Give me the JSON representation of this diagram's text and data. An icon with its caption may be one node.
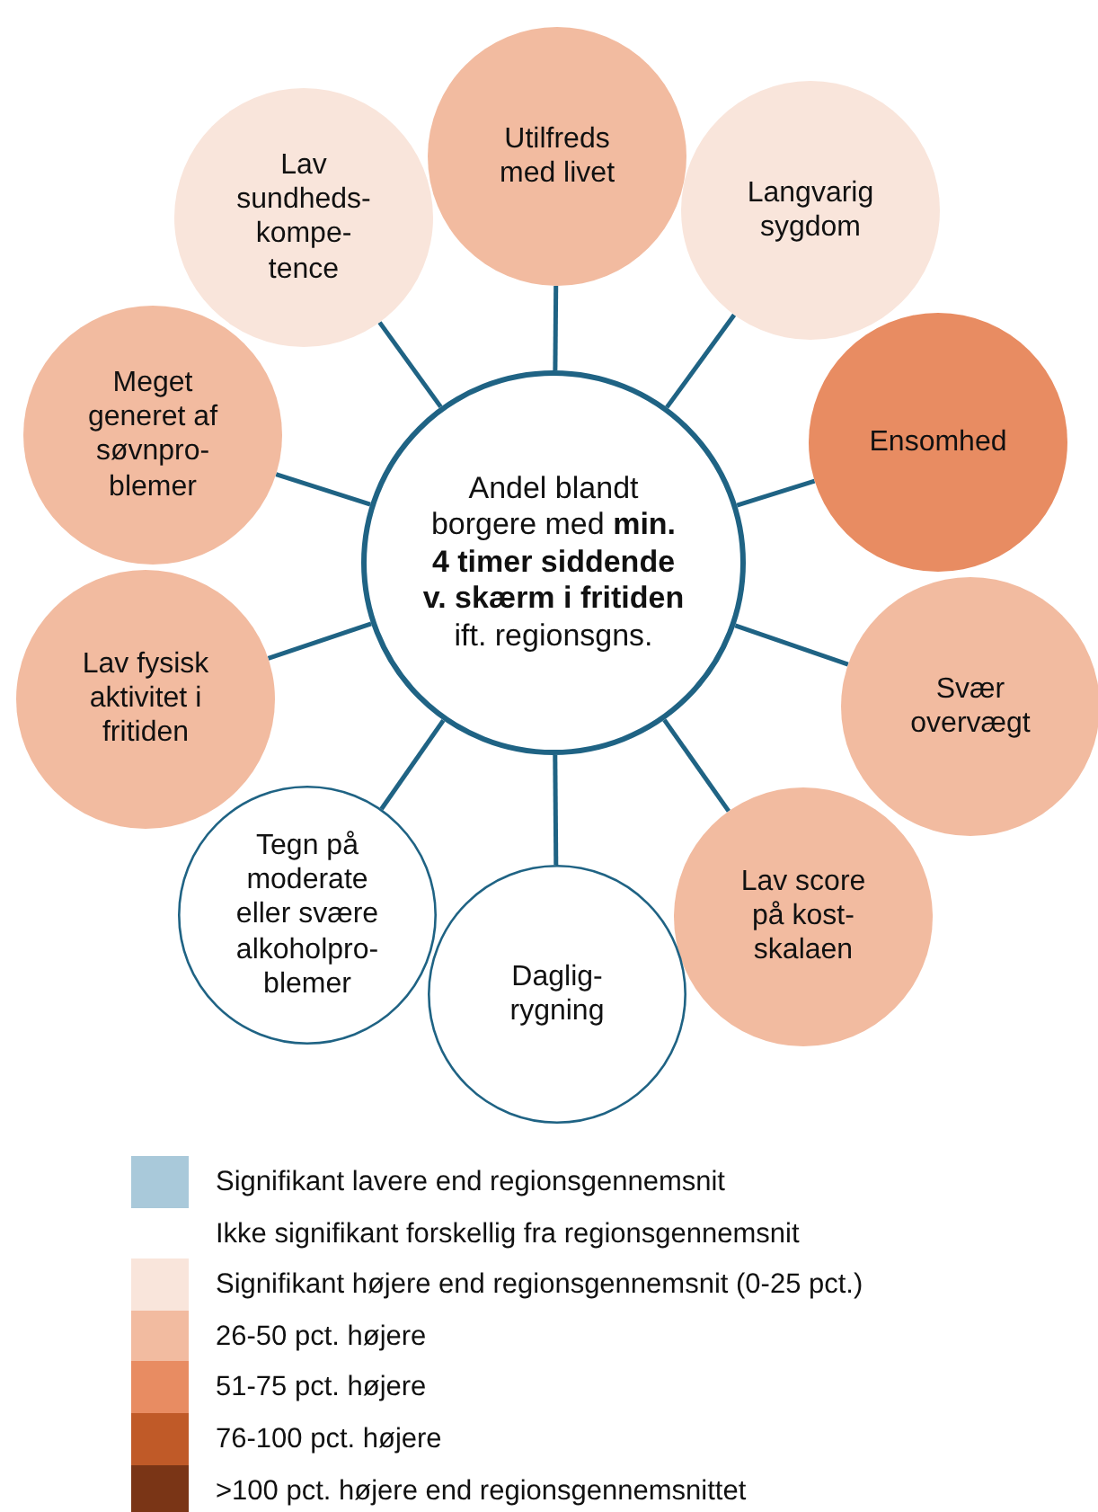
{
  "diagram": {
    "nodes": [
      {
        "text": [
          "Andel blandt borgere med **min. 4 timer siddende v. skærm i fritiden** ift. regionsgns."
        ]
      },
      {
        "text": [
          "Utilfreds med livet"
        ]
      },
      {
        "text": [
          "Langvarig sygdom"
        ]
      },
      {
        "text": [
          "Ensomhed"
        ]
      },
      {
        "text": [
          "Svær overvægt"
        ]
      },
      {
        "text": [
          "Lav score på kost- skalaen"
        ]
      },
      {
        "text": [
          "Daglig- rygning"
        ]
      },
      {
        "text": [
          "Tegn på moderate eller svære alkoholpro- blemer"
        ]
      },
      {
        "text": [
          "Lav fysisk aktivitet i fritiden"
        ]
      },
      {
        "text": [
          "Meget generet af søvnpro- blemer"
        ]
      },
      {
        "text": [
          "Lav sundheds- kompe- tence"
        ]
      }
    ],
    "edges": [
      {
        "from": 0,
        "to": 1,
        "arrow": "none"
      },
      {
        "from": 0,
        "to": 2,
        "arrow": "none"
      },
      {
        "from": 0,
        "to": 3,
        "arrow": "none"
      },
      {
        "from": 0,
        "to": 4,
        "arrow": "none"
      },
      {
        "from": 0,
        "to": 5,
        "arrow": "none"
      },
      {
        "from": 0,
        "to": 6,
        "arrow": "none"
      },
      {
        "from": 0,
        "to": 7,
        "arrow": "none"
      },
      {
        "from": 0,
        "to": 8,
        "arrow": "none"
      },
      {
        "from": 0,
        "to": 9,
        "arrow": "none"
      },
      {
        "from": 0,
        "to": 10,
        "arrow": "none"
      }
    ],
    "legend": [
      {
        "text": "Signifikant lavere end regionsgennemsnit",
        "color": "#a9c9da"
      },
      {
        "text": "Ikke signifikant forskellig fra regionsgennemsnit",
        "color": "#ffffff"
      },
      {
        "text": "Signifikant højere end regionsgennemsnit (0-25 pct.)",
        "color": "#f9e5db"
      },
      {
        "text": "26-50 pct. højere",
        "color": "#f2bba0"
      },
      {
        "text": "51-75 pct. højere",
        "color": "#e88c62"
      },
      {
        "text": "76-100 pct. højere",
        "color": "#c05a28"
      },
      {
        "text": ">100 pct. højere end regionsgennemsnittet",
        "color": "#7a3516"
      }
    ]
  }
}
